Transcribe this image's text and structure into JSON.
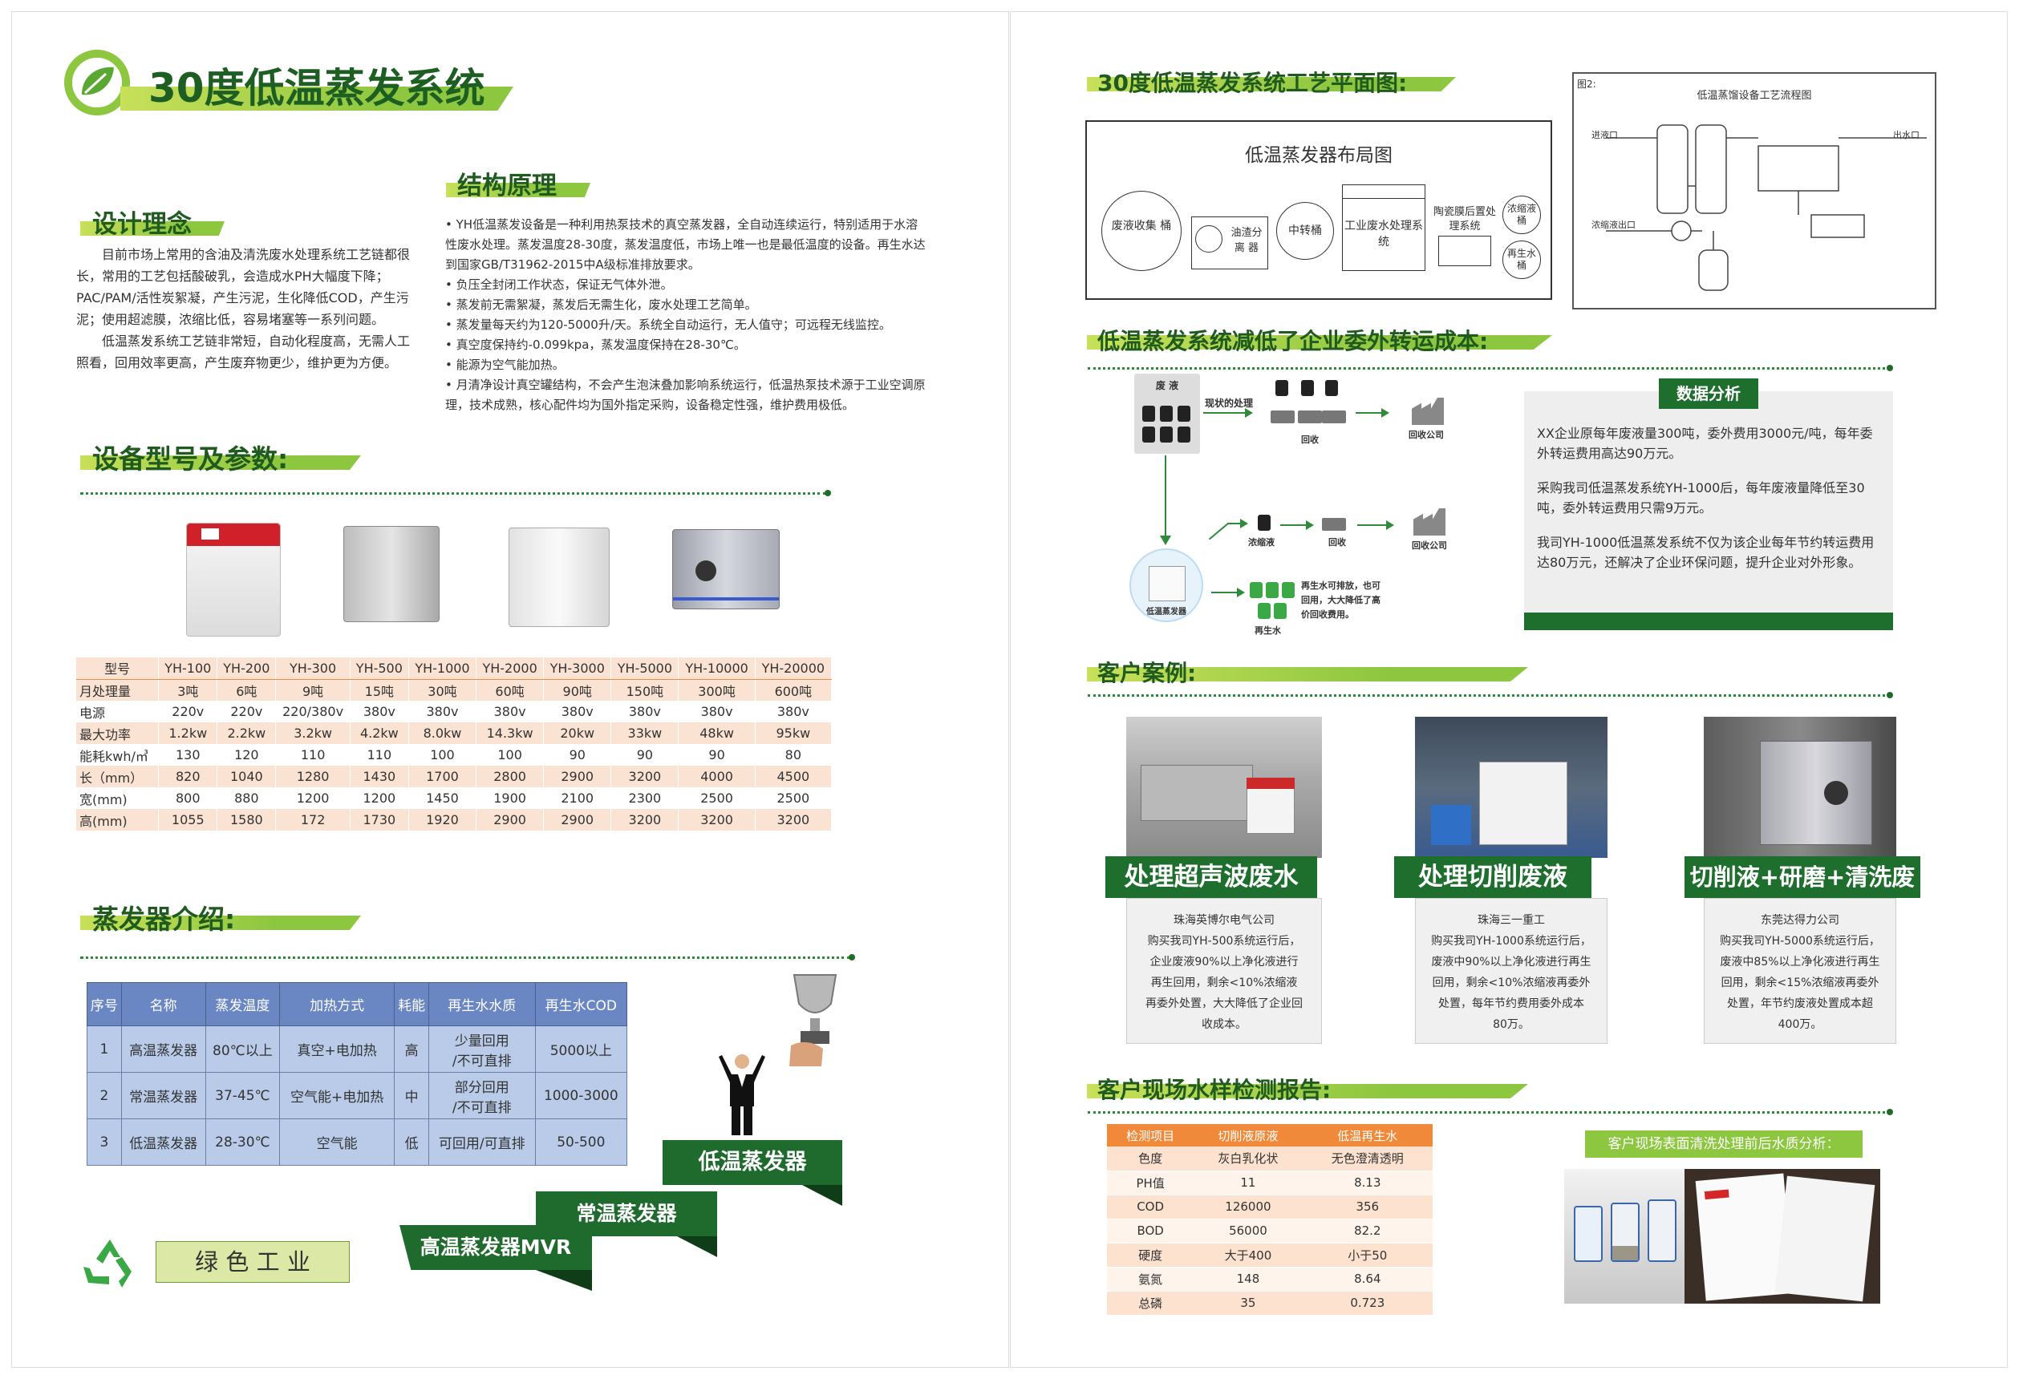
{
  "title": "30度低温蒸发系统",
  "design": {
    "heading": "设计理念",
    "p1": "目前市场上常用的含油及清洗废水处理系统工艺链都很长，常用的工艺包括酸破乳，会造成水PH大幅度下降；PAC/PAM/活性炭絮凝，产生污泥，生化降低COD，产生污泥；使用超滤膜，浓缩比低，容易堵塞等一系列问题。",
    "p2": "低温蒸发系统工艺链非常短，自动化程度高，无需人工照看，回用效率更高，产生废弃物更少，维护更为方便。"
  },
  "structure": {
    "heading": "结构原理",
    "items": [
      "YH低温蒸发设备是一种利用热泵技术的真空蒸发器，全自动连续运行，特别适用于水溶性废水处理。蒸发温度28-30度，蒸发温度低，市场上唯一也是最低温度的设备。再生水达到国家GB/T31962-2015中A级标准排放要求。",
      "负压全封闭工作状态，保证无气体外泄。",
      "蒸发前无需絮凝，蒸发后无需生化，废水处理工艺简单。",
      "蒸发量每天约为120-5000升/天。系统全自动运行，无人值守；可远程无线监控。",
      "真空度保持约-0.099kpa，蒸发温度保持在28-30℃。",
      "能源为空气能加热。",
      "月清净设计真空罐结构，不会产生泡沫叠加影响系统运行，低温热泵技术源于工业空调原理，技术成熟，核心配件均为国外指定采购，设备稳定性强，维护费用极低。"
    ]
  },
  "models": {
    "heading": "设备型号及参数:",
    "columns": [
      "型号",
      "YH-100",
      "YH-200",
      "YH-300",
      "YH-500",
      "YH-1000",
      "YH-2000",
      "YH-3000",
      "YH-5000",
      "YH-10000",
      "YH-20000"
    ],
    "rows": [
      [
        "月处理量",
        "3吨",
        "6吨",
        "9吨",
        "15吨",
        "30吨",
        "60吨",
        "90吨",
        "150吨",
        "300吨",
        "600吨"
      ],
      [
        "电源",
        "220v",
        "220v",
        "220/380v",
        "380v",
        "380v",
        "380v",
        "380v",
        "380v",
        "380v",
        "380v"
      ],
      [
        "最大功率",
        "1.2kw",
        "2.2kw",
        "3.2kw",
        "4.2kw",
        "8.0kw",
        "14.3kw",
        "20kw",
        "33kw",
        "48kw",
        "95kw"
      ],
      [
        "能耗kwh/㎥",
        "130",
        "120",
        "110",
        "110",
        "100",
        "100",
        "90",
        "90",
        "90",
        "80"
      ],
      [
        "长（mm）",
        "820",
        "1040",
        "1280",
        "1430",
        "1700",
        "2800",
        "2900",
        "3200",
        "4000",
        "4500"
      ],
      [
        "宽(mm)",
        "800",
        "880",
        "1200",
        "1200",
        "1450",
        "1900",
        "2100",
        "2300",
        "2500",
        "2500"
      ],
      [
        "高(mm)",
        "1055",
        "1580",
        "172",
        "1730",
        "1920",
        "2900",
        "2900",
        "3200",
        "3200",
        "3200"
      ]
    ]
  },
  "evaporator": {
    "heading": "蒸发器介绍:",
    "columns": [
      "序号",
      "名称",
      "蒸发温度",
      "加热方式",
      "耗能",
      "再生水水质",
      "再生水COD"
    ],
    "rows": [
      [
        "1",
        "高温蒸发器",
        "80℃以上",
        "真空+电加热",
        "高",
        "少量回用\n/不可直排",
        "5000以上"
      ],
      [
        "2",
        "常温蒸发器",
        "37-45℃",
        "空气能+电加热",
        "中",
        "部分回用\n/不可直排",
        "1000-3000"
      ],
      [
        "3",
        "低温蒸发器",
        "28-30℃",
        "空气能",
        "低",
        "可回用/可直排",
        "50-500"
      ]
    ],
    "steps": [
      "低温蒸发器",
      "常温蒸发器",
      "高温蒸发器MVR"
    ],
    "green_label": "绿 色 工 业"
  },
  "layout_plan": {
    "heading": "30度低温蒸发系统工艺平面图:",
    "box_title": "低温蒸发器布局图",
    "items": [
      "废液收集 桶",
      "油渣分离 器",
      "中转桶",
      "工业废水处理系统",
      "陶瓷膜后置处理系统",
      "浓缩液桶",
      "再生水桶"
    ],
    "flow_title": "低温蒸馏设备工艺流程图",
    "flow_label": "图2:",
    "flow_in": "进液口",
    "flow_out": "出水口",
    "flow_waste": "浓缩液出口"
  },
  "cost": {
    "heading": "低温蒸发系统减低了企业委外转运成本:",
    "waste": "废 液",
    "current": "现状的处理",
    "recycle": "回收",
    "recycle_company": "回收公司",
    "concentrate": "浓缩液",
    "machine": "低温蒸发器",
    "reclaimed": "再生水",
    "note": "再生水可排放，也可回用，大大降低了高价回收费用。",
    "analysis_title": "数据分析",
    "analysis": [
      "XX企业原每年废液量300吨，委外费用3000元/吨，每年委外转运费用高达90万元。",
      "采购我司低温蒸发系统YH-1000后，每年废液量降低至30吨，委外转运费用只需9万元。",
      "我司YH-1000低温蒸发系统不仅为该企业每年节约转运费用达80万元，还解决了企业环保问题，提升企业对外形象。"
    ]
  },
  "cases": {
    "heading": "客户案例:",
    "items": [
      {
        "label": "处理超声波废水",
        "text": [
          "珠海英博尔电气公司",
          "购买我司YH-500系统运行后，",
          "企业废液90%以上净化液进行",
          "再生回用，剩余<10%浓缩液",
          "再委外处置，大大降低了企业回",
          "收成本。"
        ]
      },
      {
        "label": "处理切削废液",
        "text": [
          "珠海三一重工",
          "购买我司YH-1000系统运行后，",
          "废液中90%以上净化液进行再生",
          "回用，剩余<10%浓缩液再委外",
          "处置，每年节约费用委外成本",
          "80万。"
        ]
      },
      {
        "label": "切削液+研磨+清洗废水",
        "text": [
          "东莞达得力公司",
          "购买我司YH-5000系统运行后，",
          "废液中85%以上净化液进行再生",
          "回用，剩余<15%浓缩液再委外",
          "处置，年节约废液处置成本超",
          "400万。"
        ]
      }
    ]
  },
  "report": {
    "heading": "客户现场水样检测报告:",
    "columns": [
      "检测项目",
      "切削液原液",
      "低温再生水"
    ],
    "rows": [
      [
        "色度",
        "灰白乳化状",
        "无色澄清透明"
      ],
      [
        "PH值",
        "11",
        "8.13"
      ],
      [
        "COD",
        "126000",
        "356"
      ],
      [
        "BOD",
        "56000",
        "82.2"
      ],
      [
        "硬度",
        "大于400",
        "小于50"
      ],
      [
        "氨氮",
        "148",
        "8.64"
      ],
      [
        "总磷",
        "35",
        "0.723"
      ]
    ],
    "photo_caption": "客户现场表面清洗处理前后水质分析："
  }
}
